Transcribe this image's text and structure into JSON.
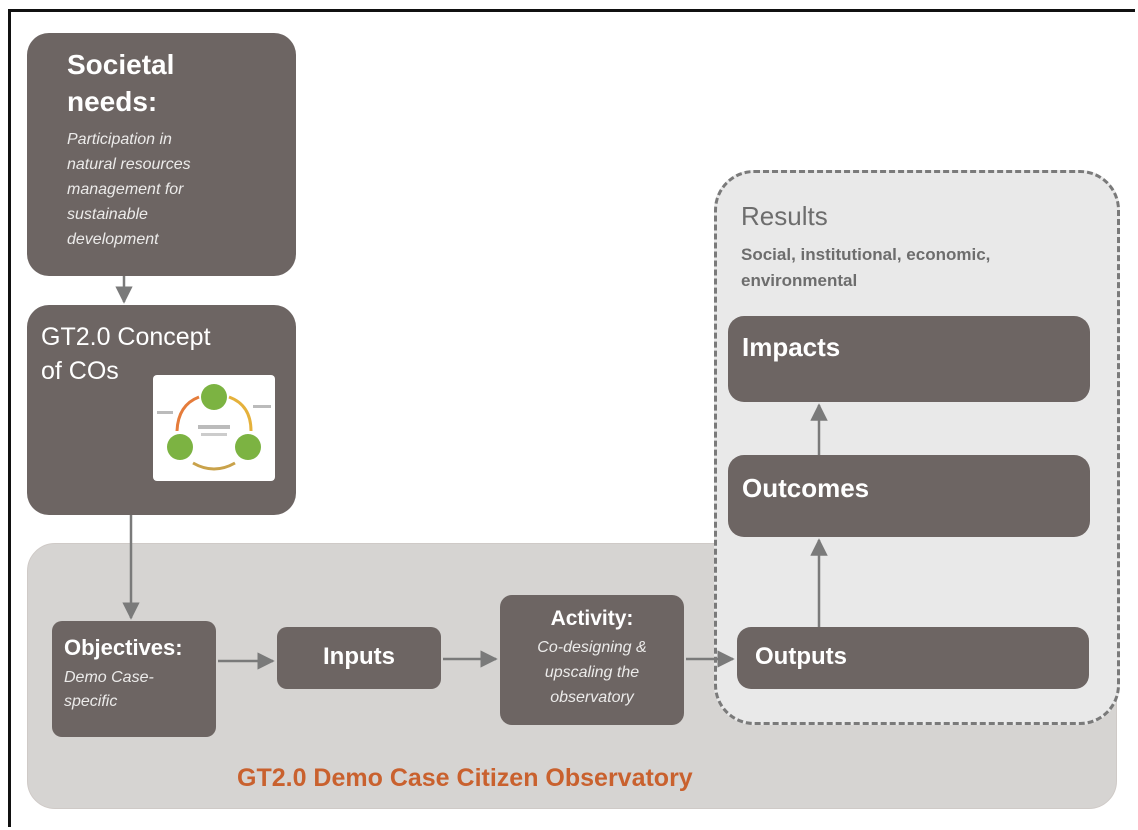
{
  "societal_needs": {
    "title_line1": "Societal",
    "title_line2": "needs:",
    "desc_lines": [
      "Participation in",
      "natural resources",
      "management for",
      "sustainable",
      "development"
    ]
  },
  "concept": {
    "title_line1": "GT2.0 Concept",
    "title_line2": "of COs"
  },
  "objectives": {
    "title": "Objectives:",
    "desc_lines": [
      "Demo Case-",
      "specific"
    ]
  },
  "inputs": {
    "title": "Inputs"
  },
  "activity": {
    "title": "Activity:",
    "desc_lines": [
      "Co-designing &",
      "upscaling the",
      "observatory"
    ]
  },
  "outputs": {
    "title": "Outputs"
  },
  "outcomes": {
    "title": "Outcomes"
  },
  "impacts": {
    "title": "Impacts"
  },
  "results": {
    "title": "Results",
    "desc_lines": [
      "Social, institutional, economic,",
      "environmental"
    ]
  },
  "demo_case": {
    "label": "GT2.0 Demo Case Citizen Observatory",
    "label_color": "#c9612e"
  },
  "colors": {
    "box_fill": "#6d6563",
    "band_fill": "#d6d4d2",
    "results_fill": "#e9e9e9",
    "arrow": "#7a7a7a"
  }
}
